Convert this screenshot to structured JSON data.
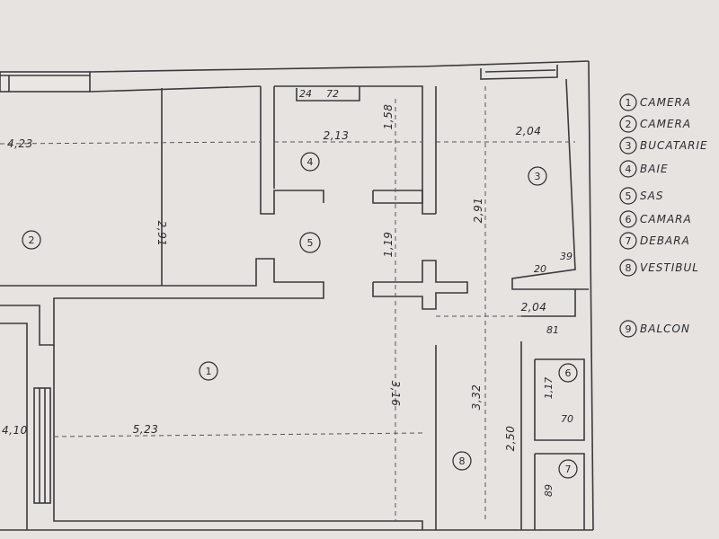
{
  "plan": {
    "rooms": [
      {
        "number": "1"
      },
      {
        "number": "2"
      },
      {
        "number": "3"
      },
      {
        "number": "4"
      },
      {
        "number": "5"
      },
      {
        "number": "6"
      },
      {
        "number": "7"
      },
      {
        "number": "8"
      }
    ],
    "dimensions": [
      {
        "value": "4,23"
      },
      {
        "value": "2,91"
      },
      {
        "value": "24"
      },
      {
        "value": "72"
      },
      {
        "value": "1,58"
      },
      {
        "value": "2,13"
      },
      {
        "value": "2,04"
      },
      {
        "value": "2,91"
      },
      {
        "value": "1,19"
      },
      {
        "value": "39"
      },
      {
        "value": "20"
      },
      {
        "value": "2,04"
      },
      {
        "value": "81"
      },
      {
        "value": "3,16"
      },
      {
        "value": "3,32"
      },
      {
        "value": "1,17"
      },
      {
        "value": "70"
      },
      {
        "value": "2,50"
      },
      {
        "value": "89"
      },
      {
        "value": "5,23"
      },
      {
        "value": "4,10"
      }
    ]
  },
  "legend": {
    "items": [
      {
        "number": "1",
        "label": "CAMERA"
      },
      {
        "number": "2",
        "label": "CAMERA"
      },
      {
        "number": "3",
        "label": "BUCATARIE"
      },
      {
        "number": "4",
        "label": "BAIE"
      },
      {
        "number": "5",
        "label": "SAS"
      },
      {
        "number": "6",
        "label": "CAMARA"
      },
      {
        "number": "7",
        "label": "DEBARA"
      },
      {
        "number": "8",
        "label": "VESTIBUL"
      },
      {
        "number": "9",
        "label": "BALCON"
      }
    ]
  }
}
